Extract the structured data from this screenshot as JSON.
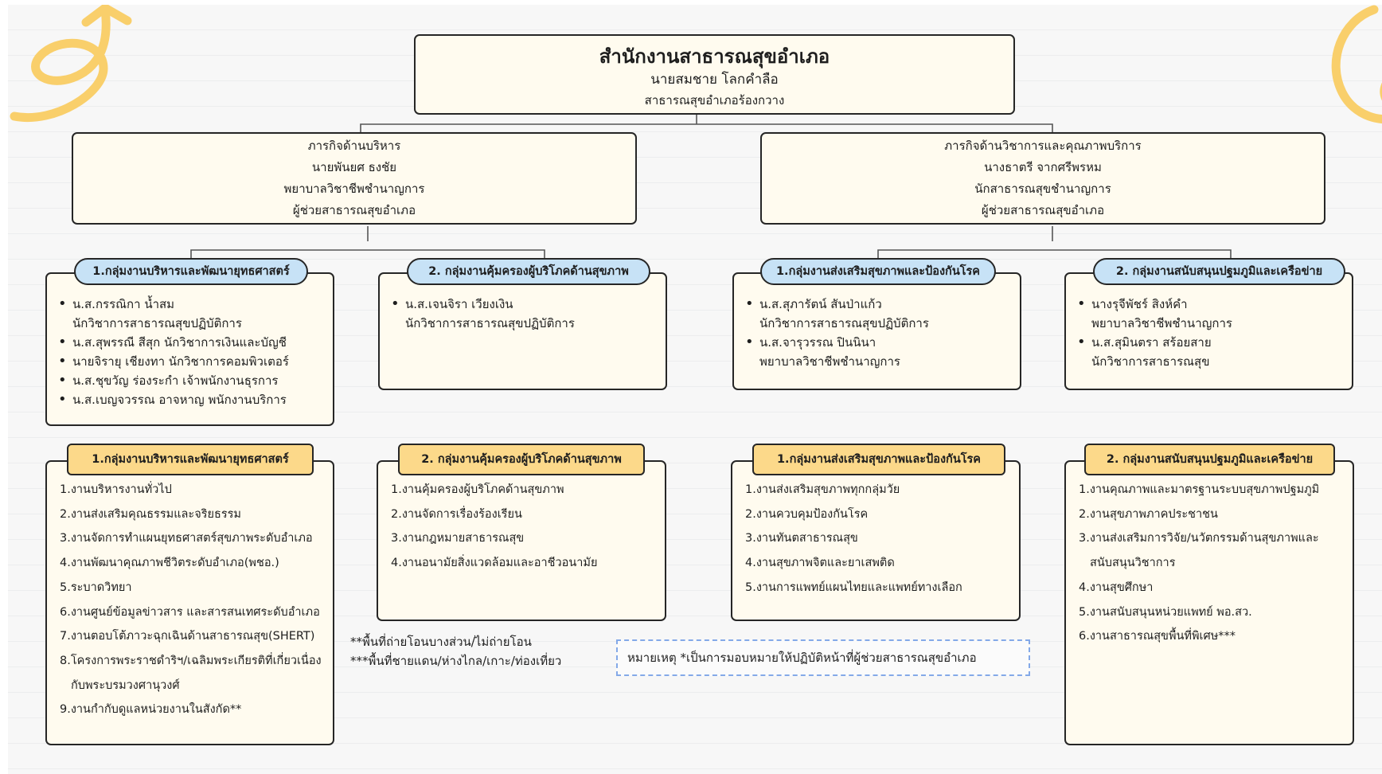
{
  "colors": {
    "blue_header": "#c7e2f6",
    "yellow_header": "#fcd98a",
    "box_fill": "#fffbef",
    "doodle": "#f9cf6b",
    "note_border": "#84a9e8"
  },
  "top": {
    "title": "สำนักงานสาธารณสุขอำเภอ",
    "name": "นายสมชาย โลกคำลือ",
    "position": "สาธารณสุขอำเภอร้องกวาง"
  },
  "admin_branch": {
    "lines": [
      "ภารกิจด้านบริหาร",
      "นายพันยศ ธงชัย",
      "พยาบาลวิชาชีพชำนาญการ",
      "ผู้ช่วยสาธารณสุขอำเภอ"
    ]
  },
  "academic_branch": {
    "lines": [
      "ภารกิจด้านวิชาการและคุณภาพบริการ",
      "นางธาตรี จากศรีพรหม",
      "นักสาธารณสุขชำนาญการ",
      "ผู้ช่วยสาธารณสุขอำเภอ"
    ]
  },
  "staff_groups": [
    {
      "header": "1.กลุ่มงานบริหารและพัฒนายุทธศาสตร์",
      "members": [
        {
          "name": "น.ส.กรรณิกา น้ำสม",
          "role": "นักวิชาการสาธารณสุขปฏิบัติการ"
        },
        {
          "name": "น.ส.สุพรรณี สีสุก นักวิชาการเงินและบัญชี",
          "role": ""
        },
        {
          "name": "นายจิรายุ เชียงทา นักวิชาการคอมพิวเตอร์",
          "role": ""
        },
        {
          "name": "น.ส.ชุขวัญ ร่องระกำ เจ้าพนักงานธุรการ",
          "role": ""
        },
        {
          "name": "น.ส.เบญจวรรณ อาจหาญ พนักงานบริการ",
          "role": ""
        }
      ]
    },
    {
      "header": "2. กลุ่มงานคุ้มครองผู้บริโภคด้านสุขภาพ",
      "members": [
        {
          "name": "น.ส.เจนจิรา เวียงเงิน",
          "role": "นักวิชาการสาธารณสุขปฏิบัติการ"
        }
      ]
    },
    {
      "header": "1.กลุ่มงานส่งเสริมสุขภาพและป้องกันโรค",
      "members": [
        {
          "name": "น.ส.สุภารัตน์ สันป่าแก้ว",
          "role": "นักวิชาการสาธารณสุขปฏิบัติการ"
        },
        {
          "name": "น.ส.จารุวรรณ ปินนินา",
          "role": "พยาบาลวิชาชีพชำนาญการ"
        }
      ]
    },
    {
      "header": "2. กลุ่มงานสนับสนุนปฐมภูมิและเครือข่าย",
      "members": [
        {
          "name": "นางรุจีพัชร์ สิงห์คำ",
          "role": "พยาบาลวิชาชีพชำนาญการ"
        },
        {
          "name": "น.ส.สุมินตรา สร้อยสาย",
          "role": "นักวิชาการสาธารณสุข"
        }
      ]
    }
  ],
  "task_groups": [
    {
      "header": "1.กลุ่มงานบริหารและพัฒนายุทธศาสตร์",
      "tasks": [
        "1.งานบริหารงานทั่วไป",
        "2.งานส่งเสริมคุณธรรมและจริยธรรม",
        "3.งานจัดการทำแผนยุทธศาสตร์สุขภาพระดับอำเภอ",
        "4.งานพัฒนาคุณภาพชีวิตระดับอำเภอ(พชอ.)",
        "5.ระบาดวิทยา",
        "6.งานศูนย์ข้อมูลข่าวสาร และสารสนเทศระดับอำเภอ",
        "7.งานตอบโต้ภาวะฉุกเฉินด้านสาธารณสุข(SHERT)",
        "8.โครงการพระราชดำริฯ/เฉลิมพระเกียรติที่เกี่ยวเนื่อง",
        "กับพระบรมวงศานุวงศ์",
        "9.งานกำกับดูแลหน่วยงานในสังกัด**"
      ]
    },
    {
      "header": "2. กลุ่มงานคุ้มครองผู้บริโภคด้านสุขภาพ",
      "tasks": [
        "1.งานคุ้มครองผู้บริโภคด้านสุขภาพ",
        "2.งานจัดการเรื่องร้องเรียน",
        "3.งานกฎหมายสาธารณสุข",
        "4.งานอนามัยสิ่งแวดล้อมและอาชีวอนามัย"
      ]
    },
    {
      "header": "1.กลุ่มงานส่งเสริมสุขภาพและป้องกันโรค",
      "tasks": [
        "1.งานส่งเสริมสุขภาพทุกกลุ่มวัย",
        "2.งานควบคุมป้องกันโรค",
        "3.งานทันตสาธารณสุข",
        "4.งานสุขภาพจิตและยาเสพติด",
        "5.งานการแพทย์แผนไทยและแพทย์ทางเลือก"
      ]
    },
    {
      "header": "2. กลุ่มงานสนับสนุนปฐมภูมิและเครือข่าย",
      "tasks": [
        "1.งานคุณภาพและมาตรฐานระบบสุขภาพปฐมภูมิ",
        "2.งานสุขภาพภาคประชาชน",
        "3.งานส่งเสริมการวิจัย/นวัตกรรมด้านสุขภาพและ",
        "สนับสนุนวิชาการ",
        "4.งานสุขศึกษา",
        "5.งานสนับสนุนหน่วยแพทย์ พอ.สว.",
        "6.งานสาธารณสุขพื้นที่พิเศษ***"
      ]
    }
  ],
  "notes": {
    "footnote_1": "**พื้นที่ถ่ายโอนบางส่วน/ไม่ถ่ายโอน",
    "footnote_2": "***พื้นที่ชายแดน/ห่างไกล/เกาะ/ท่องเที่ยว",
    "remark": "หมายเหตุ *เป็นการมอบหมายให้ปฏิบัติหน้าที่ผู้ช่วยสาธารณสุขอำเภอ"
  }
}
